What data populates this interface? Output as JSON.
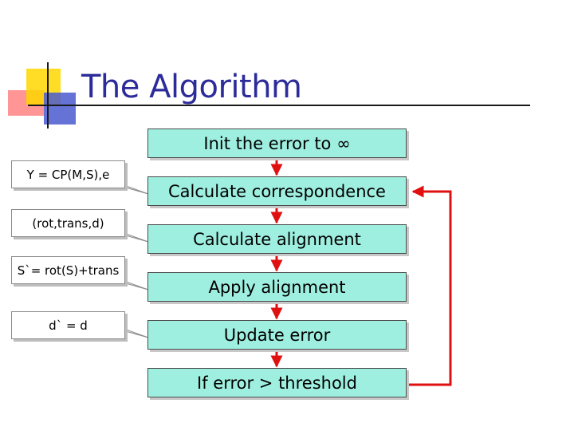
{
  "slide": {
    "title": "The Algorithm"
  },
  "flowchart": {
    "steps": [
      "Init the error to ∞",
      "Calculate correspondence",
      "Calculate alignment",
      "Apply alignment",
      "Update error",
      "If error > threshold"
    ]
  },
  "callouts": [
    "Y = CP(M,S),e",
    "(rot,trans,d)",
    "S`= rot(S)+trans",
    "d` = d"
  ],
  "colors": {
    "title": "#2b2b9a",
    "step_fill": "#9fefe0",
    "arrow": "#e01010",
    "loop": "#e01010"
  }
}
